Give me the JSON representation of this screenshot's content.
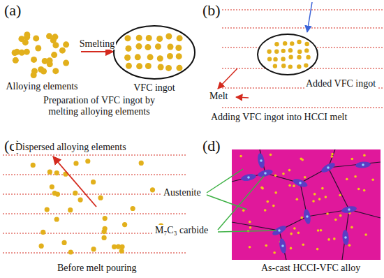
{
  "diagram": {
    "nodes": [
      {
        "text": [
          "Alloying elements"
        ]
      },
      {
        "text": [
          "VFC ingot"
        ]
      },
      {
        "text": [
          "Added VFC ingot"
        ]
      }
    ],
    "edges": [
      {
        "from": 0,
        "to": 1,
        "arrow": "to",
        "label": "Smelting"
      }
    ],
    "labels": [
      "(a)",
      "(b)",
      "(c)",
      "(d)",
      "Preparation of VFC ingot by melting alloying elements",
      "Melt",
      "Adding VFC ingot into HCCI melt",
      "Dispersed alloying elements",
      "Before melt pouring",
      "Austenite",
      "M₇C₃ carbide",
      "As-cast HCCI-VFC alloy"
    ]
  }
}
